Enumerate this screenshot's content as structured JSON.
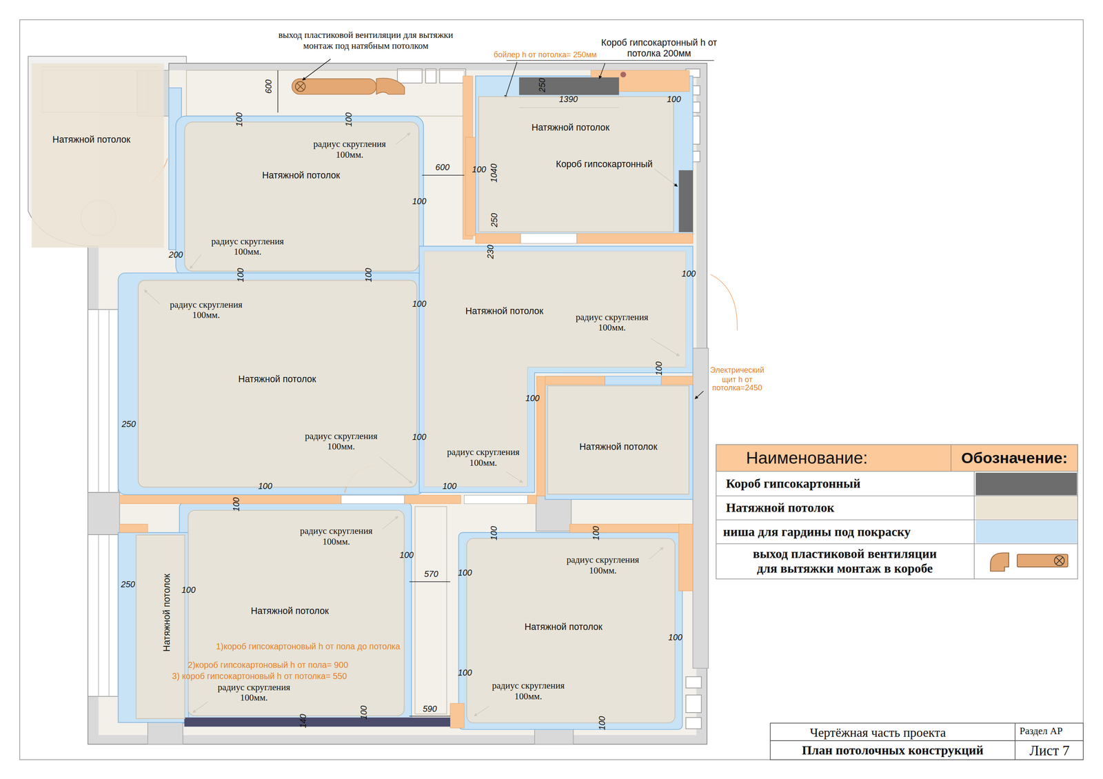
{
  "diagram": {
    "nodes": [
      {
        "text": [
          "Натяжной потолок"
        ]
      },
      {
        "text": [
          "Натяжной потолок"
        ]
      },
      {
        "text": [
          "Натяжной потолок"
        ]
      },
      {
        "text": [
          "Натяжной потолок"
        ]
      },
      {
        "text": [
          "Натяжной потолок"
        ]
      },
      {
        "text": [
          "Натяжной потолок"
        ]
      },
      {
        "text": [
          "Натяжной потолок"
        ]
      },
      {
        "text": [
          "Натяжной потолок"
        ]
      },
      {
        "text": [
          "Натяжной потолок"
        ]
      }
    ],
    "labels": [
      "выход пластиковой вентиляции для вытяжки монтаж под натябным потолком",
      "бойлер h от потолка= 250мм",
      "Короб гипсокартонный h от потолка 200мм",
      "600",
      "250",
      "1390",
      "100",
      "100",
      "100",
      "радиус скругления 100мм.",
      "Короб гипсокартонный",
      "600",
      "100",
      "1040",
      "100",
      "250",
      "радиус скругления 100мм.",
      "200",
      "230",
      "100",
      "100",
      "100",
      "радиус скругления 100мм.",
      "100",
      "радиус скругления 100мм.",
      "100",
      "Электрический щит h от потолка=2450",
      "100",
      "250",
      "радиус скругления 100мм.",
      "100",
      "радиус скругления 100мм.",
      "100",
      "100",
      "100",
      "100",
      "100",
      "радиус скругления 100мм.",
      "100",
      "570",
      "100",
      "радиус скругления 100мм.",
      "250",
      "100",
      "100",
      "1)короб гипсокартоновый h от пола до потолка",
      "2)короб гипсокартоновый h от пола= 900",
      "3) короб гипсокартоновый h от потолка= 550",
      "радиус скругления 100мм.",
      "100",
      "радиус скругления 100мм.",
      "590",
      "140",
      "100",
      "100",
      "Наименование:",
      "Обозначение:",
      "Чертёжная часть проекта",
      "Раздел АР",
      "План потолочных конструкций",
      "Лист 7"
    ],
    "legend": [
      {
        "text": "Короб гипсокартонный",
        "color": "#6d6d6d"
      },
      {
        "text": "Натяжной потолок",
        "color": "#ebe3d4"
      },
      {
        "text": "ниша для гардины под покраску",
        "color": "#c8e2f6"
      },
      {
        "text": "выход пластиковой вентиляции для вытяжки монтаж в коробе"
      }
    ]
  }
}
